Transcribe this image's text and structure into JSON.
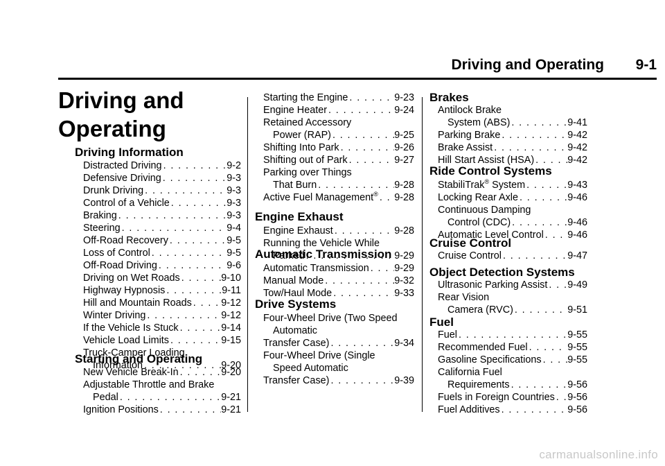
{
  "header": {
    "title": "Driving and Operating",
    "page": "9-1"
  },
  "chapter": {
    "line1": "Driving and",
    "line2": "Operating"
  },
  "col1": {
    "s1": "Driving Information",
    "e": [
      [
        "Distracted Driving",
        "9-2"
      ],
      [
        "Defensive Driving",
        "9-3"
      ],
      [
        "Drunk Driving",
        "9-3"
      ],
      [
        "Control of a Vehicle",
        "9-3"
      ],
      [
        "Braking",
        "9-3"
      ],
      [
        "Steering",
        "9-4"
      ],
      [
        "Off-Road Recovery",
        "9-5"
      ],
      [
        "Loss of Control",
        "9-5"
      ],
      [
        "Off-Road Driving",
        "9-6"
      ],
      [
        "Driving on Wet Roads",
        "9-10"
      ],
      [
        "Highway Hypnosis",
        "9-11"
      ],
      [
        "Hill and Mountain Roads",
        "9-12"
      ],
      [
        "Winter Driving",
        "9-12"
      ],
      [
        "If the Vehicle Is Stuck",
        "9-14"
      ],
      [
        "Vehicle Load Limits",
        "9-15"
      ]
    ],
    "tc1": "Truck-Camper Loading",
    "tc2": "Information",
    "tcp": "9-20",
    "s2": "Starting and Operating",
    "nvb": "New Vehicle Break-In",
    "nvbp": "9-20",
    "atb1": "Adjustable Throttle and Brake",
    "atb2": "Pedal",
    "atbp": "9-21",
    "ip": "Ignition Positions",
    "ipp": "9-21"
  },
  "col2": {
    "se": "Starting the Engine",
    "sep": "9-23",
    "eh": "Engine Heater",
    "ehp": "9-24",
    "ra1": "Retained Accessory",
    "ra2": "Power (RAP)",
    "rap": "9-25",
    "sip": "Shifting Into Park",
    "sipp": "9-26",
    "sop": "Shifting out of Park",
    "sopp": "9-27",
    "pot1": "Parking over Things",
    "pot2": "That Burn",
    "potp": "9-28",
    "afm": "Active Fuel Management",
    "afmsup": "®",
    "afmp": "9-28",
    "s1": "Engine Exhaust",
    "ee": "Engine Exhaust",
    "eep": "9-28",
    "rv1": "Running the Vehicle While",
    "rv2": "Parked",
    "rvp": "9-29",
    "s2": "Automatic Transmission",
    "at": "Automatic Transmission",
    "atp": "9-29",
    "mm": "Manual Mode",
    "mmp": "9-32",
    "th": "Tow/Haul Mode",
    "thp": "9-33",
    "s3": "Drive Systems",
    "fw1": "Four-Wheel Drive (Two Speed",
    "fw2": "Automatic",
    "fw3": "Transfer Case)",
    "fwp": "9-34",
    "fs1": "Four-Wheel Drive (Single",
    "fs2": "Speed Automatic",
    "fs3": "Transfer Case)",
    "fsp": "9-39"
  },
  "col3": {
    "s1": "Brakes",
    "ab1": "Antilock Brake",
    "ab2": "System (ABS)",
    "abp": "9-41",
    "pb": "Parking Brake",
    "pbp": "9-42",
    "ba": "Brake Assist",
    "bap": "9-42",
    "hsa": "Hill Start Assist (HSA)",
    "hsap": "9-42",
    "s2": "Ride Control Systems",
    "st": "StabiliTrak",
    "stsup": "®",
    "st2": " System",
    "stp": "9-43",
    "lra": "Locking Rear Axle",
    "lrap": "9-46",
    "cd1": "Continuous Damping",
    "cd2": "Control (CDC)",
    "cdp": "9-46",
    "alc": "Automatic Level Control",
    "alcp": "9-46",
    "s3": "Cruise Control",
    "cc": "Cruise Control",
    "ccp": "9-47",
    "s4": "Object Detection Systems",
    "upa": "Ultrasonic Parking Assist",
    "upap": "9-49",
    "rvc1": "Rear Vision",
    "rvc2": "Camera (RVC)",
    "rvcp": "9-51",
    "s5": "Fuel",
    "f": "Fuel",
    "fp": "9-55",
    "rf": "Recommended Fuel",
    "rfp": "9-55",
    "gs": "Gasoline Specifications",
    "gsp": "9-55",
    "cf1": "California Fuel",
    "cf2": "Requirements",
    "cfp": "9-56",
    "ffc": "Fuels in Foreign Countries",
    "ffcp": "9-56",
    "fa": "Fuel Additives",
    "fap": "9-56"
  },
  "footer": {
    "logo": "carmanualsonline.info"
  }
}
